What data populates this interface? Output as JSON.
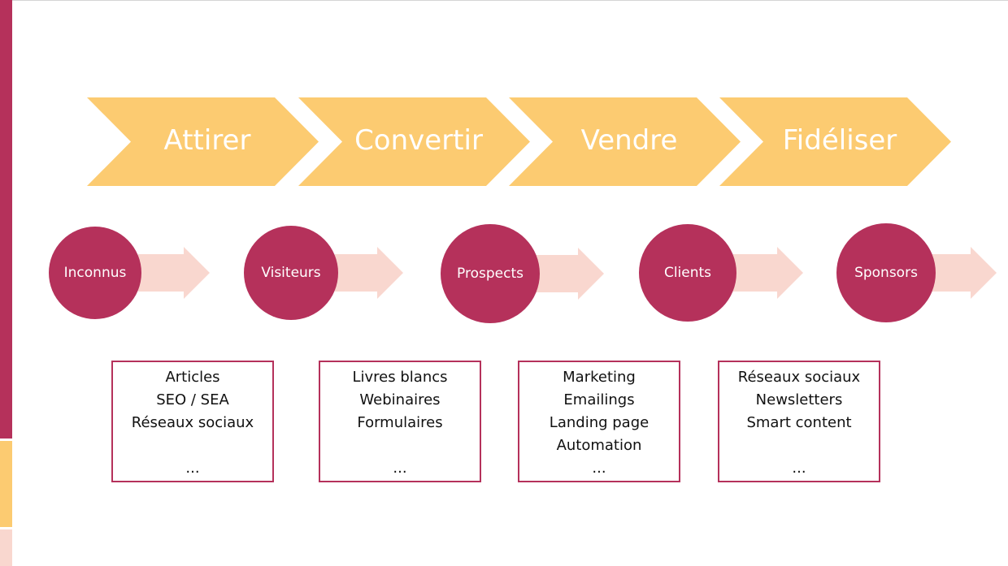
{
  "colors": {
    "stage": "#fccb71",
    "circle": "#b5315b",
    "arrow": "#f9d7cf",
    "box_border": "#b5315b",
    "side_bar": [
      "#b5315b",
      "#fccb71",
      "#f9d7cf"
    ]
  },
  "stages": [
    {
      "label": "Attirer"
    },
    {
      "label": "Convertir"
    },
    {
      "label": "Vendre"
    },
    {
      "label": "Fidéliser"
    }
  ],
  "personas": [
    {
      "label": "Inconnus"
    },
    {
      "label": "Visiteurs"
    },
    {
      "label": "Prospects"
    },
    {
      "label": "Clients"
    },
    {
      "label": "Sponsors"
    }
  ],
  "tactics": [
    {
      "lines": [
        "Articles",
        "SEO / SEA",
        "Réseaux sociaux",
        "",
        "..."
      ]
    },
    {
      "lines": [
        "Livres blancs",
        "Webinaires",
        "Formulaires",
        "",
        "..."
      ]
    },
    {
      "lines": [
        "Marketing",
        "Emailings",
        "Landing page",
        "Automation",
        "..."
      ]
    },
    {
      "lines": [
        "Réseaux sociaux",
        "Newsletters",
        "Smart content",
        "",
        "..."
      ]
    }
  ]
}
